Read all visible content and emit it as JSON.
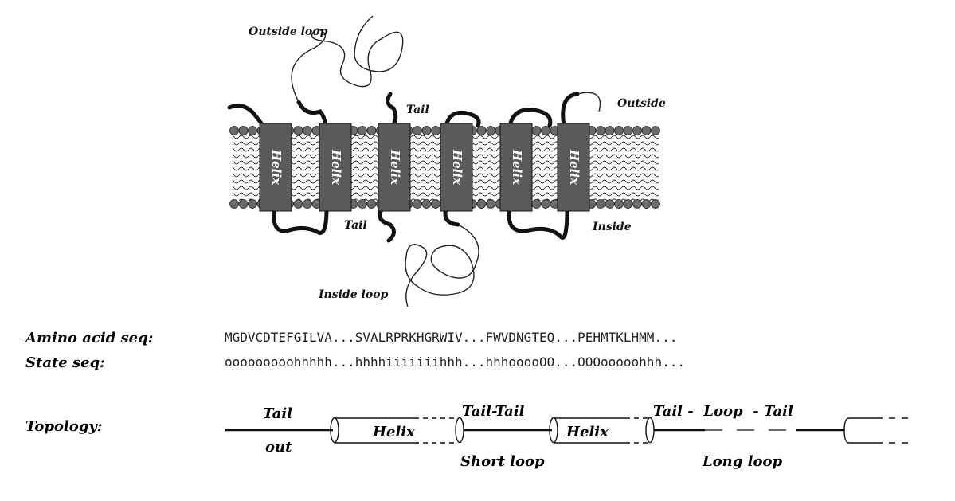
{
  "figure": {
    "membrane_labels": {
      "outside_loop": "Outside loop",
      "tail_top": "Tail",
      "outside": "Outside",
      "tail_bottom": "Tail",
      "inside": "Inside",
      "inside_loop": "Inside loop"
    },
    "helices": [
      "Helix",
      "Helix",
      "Helix",
      "Helix",
      "Helix",
      "Helix"
    ],
    "sequences": {
      "amino_label": "Amino acid seq:",
      "amino_value": "MGDVCDTEFGILVA...SVALRPRKHGRWIV...FWVDNGTEQ...PEHMTKLHMM...",
      "state_label": "State seq:",
      "state_value": "ooooooooohhhhh...hhhhiiiiiiihhh...hhhooooOO...OOOooooohhh..."
    },
    "topology": {
      "label": "Topology:",
      "tail": "Tail",
      "out": "out",
      "helix1": "Helix",
      "tail_tail": "Tail-Tail",
      "short_loop": "Short loop",
      "helix2": "Helix",
      "tail_loop_tail": "Tail -  Loop  - Tail",
      "long_loop": "Long loop"
    },
    "colors": {
      "helix_fill": "#5a5a5a",
      "ink": "#111111"
    }
  }
}
